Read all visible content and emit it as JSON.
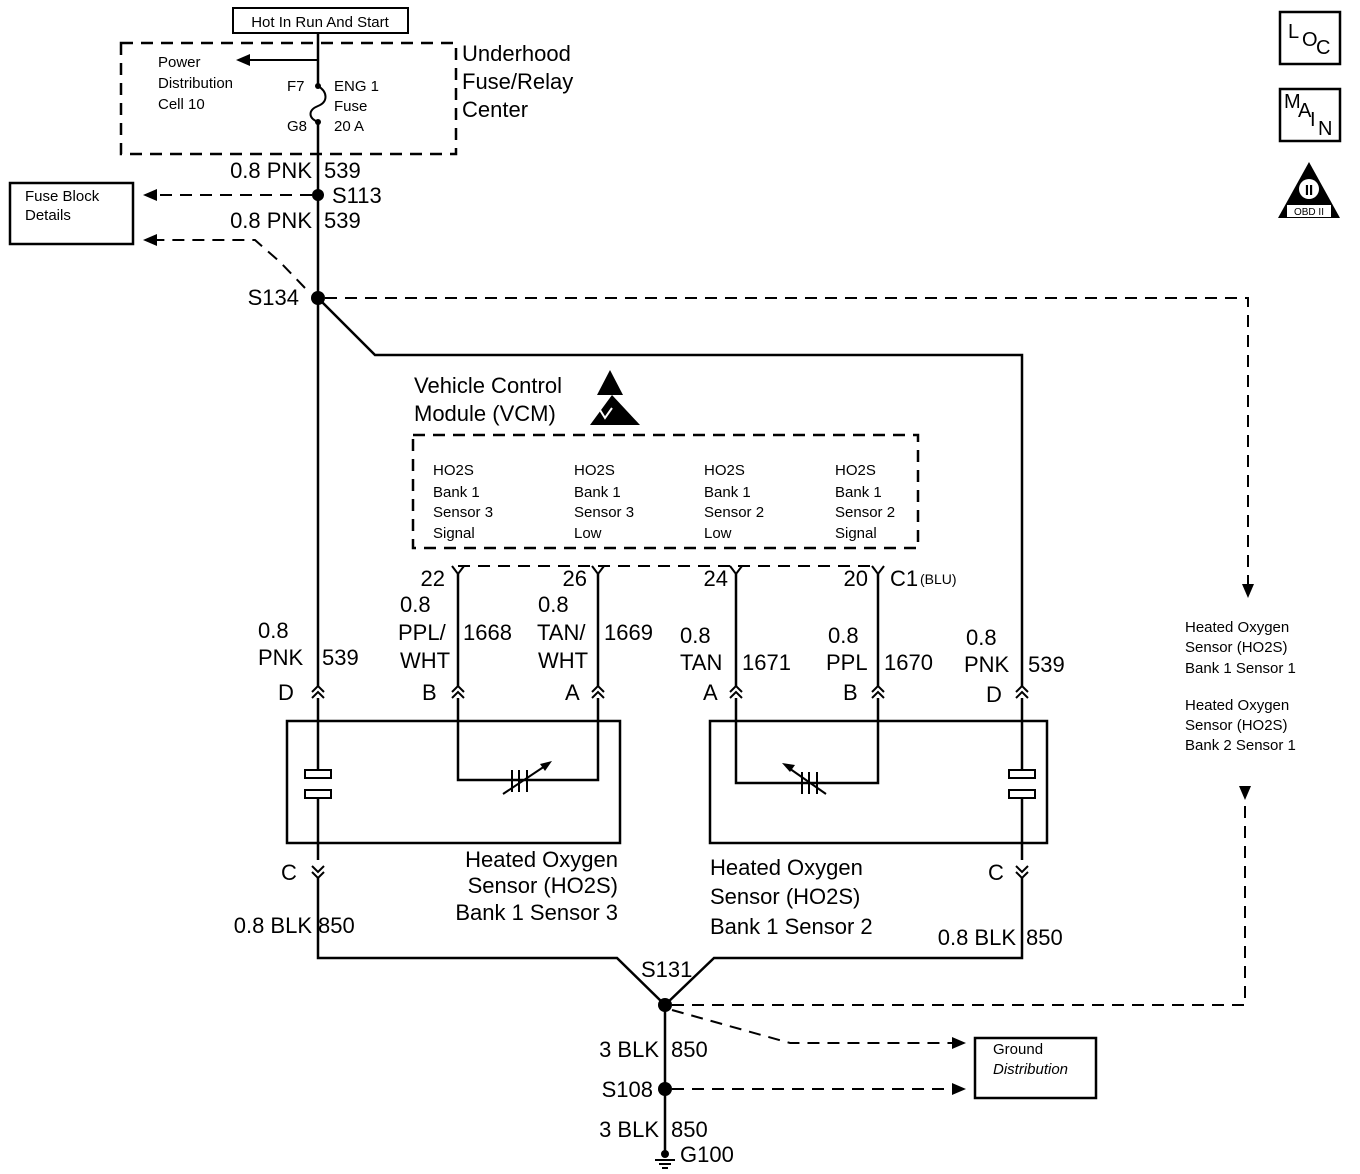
{
  "power": {
    "hot_label": "Hot In Run And Start",
    "fuse_center": [
      "Underhood",
      "Fuse/Relay",
      "Center"
    ],
    "power_dist": [
      "Power",
      "Distribution",
      "Cell 10"
    ],
    "f7": "F7",
    "g8": "G8",
    "fuse_label": [
      "ENG 1",
      "Fuse",
      "20 A"
    ]
  },
  "wires": {
    "pnk_top_size": "0.8 PNK",
    "pnk_top_num": "539",
    "s113": "S113",
    "pnk_mid_size": "0.8 PNK",
    "pnk_mid_num": "539",
    "s134": "S134",
    "s131": "S131",
    "blk_left_size": "0.8 BLK",
    "blk_left_num": "850",
    "blk_right_size": "0.8 BLK",
    "blk_right_num": "850",
    "blk3_a_size": "3 BLK",
    "blk3_a_num": "850",
    "s108": "S108",
    "blk3_b_size": "3 BLK",
    "blk3_b_num": "850",
    "g100": "G100"
  },
  "fuse_block": [
    "Fuse Block",
    "Details"
  ],
  "ground_box": [
    "Ground",
    "Distribution"
  ],
  "vcm": {
    "title": [
      "Vehicle Control",
      "Module (VCM)"
    ],
    "signals": [
      [
        "HO2S",
        "Bank 1",
        "Sensor 3",
        "Signal"
      ],
      [
        "HO2S",
        "Bank 1",
        "Sensor 3",
        "Low"
      ],
      [
        "HO2S",
        "Bank 1",
        "Sensor 2",
        "Low"
      ],
      [
        "HO2S",
        "Bank 1",
        "Sensor 2",
        "Signal"
      ]
    ],
    "pins": [
      "22",
      "26",
      "24",
      "20"
    ],
    "connector": "C1",
    "connector_color": "(BLU)"
  },
  "circuits": {
    "left_pnk": [
      "0.8",
      "PNK",
      "539"
    ],
    "c1668": [
      "0.8",
      "PPL/",
      "WHT",
      "1668"
    ],
    "c1669": [
      "0.8",
      "TAN/",
      "WHT",
      "1669"
    ],
    "c1671": [
      "0.8",
      "TAN",
      "1671"
    ],
    "c1670": [
      "0.8",
      "PPL",
      "1670"
    ],
    "right_pnk": [
      "0.8",
      "PNK",
      "539"
    ]
  },
  "pins_letters": {
    "s3": [
      "D",
      "B",
      "A",
      "C"
    ],
    "s2": [
      "A",
      "B",
      "D",
      "C"
    ]
  },
  "sensors": {
    "s3": [
      "Heated Oxygen",
      "Sensor (HO2S)",
      "Bank 1 Sensor 3"
    ],
    "s2": [
      "Heated Oxygen",
      "Sensor (HO2S)",
      "Bank 1 Sensor 2"
    ]
  },
  "right_notes": {
    "bank1": [
      "Heated Oxygen",
      "Sensor (HO2S)",
      "Bank 1 Sensor 1"
    ],
    "bank2": [
      "Heated Oxygen",
      "Sensor (HO2S)",
      "Bank 2 Sensor 1"
    ]
  },
  "badges": {
    "loc": [
      "L",
      "O",
      "C"
    ],
    "main": [
      "M",
      "A",
      "I",
      "N"
    ],
    "obd": "OBD II",
    "obd_roman": "II"
  }
}
